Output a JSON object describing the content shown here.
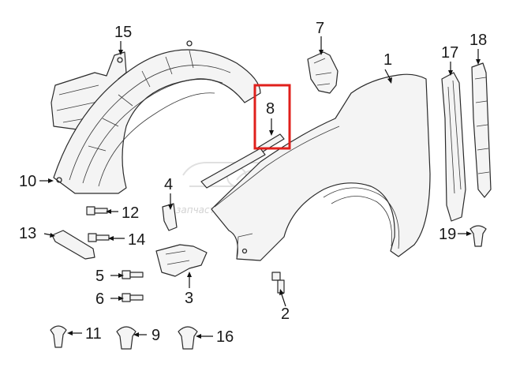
{
  "diagram": {
    "highlight_color": "#e0201c",
    "highlighted_part": "8",
    "parts": [
      {
        "id": "p1",
        "label": "1"
      },
      {
        "id": "p2",
        "label": "2"
      },
      {
        "id": "p3",
        "label": "3"
      },
      {
        "id": "p4",
        "label": "4"
      },
      {
        "id": "p5",
        "label": "5"
      },
      {
        "id": "p6",
        "label": "6"
      },
      {
        "id": "p7",
        "label": "7"
      },
      {
        "id": "p8",
        "label": "8"
      },
      {
        "id": "p9",
        "label": "9"
      },
      {
        "id": "p10",
        "label": "10"
      },
      {
        "id": "p11",
        "label": "11"
      },
      {
        "id": "p12",
        "label": "12"
      },
      {
        "id": "p13",
        "label": "13"
      },
      {
        "id": "p14",
        "label": "14"
      },
      {
        "id": "p15",
        "label": "15"
      },
      {
        "id": "p16",
        "label": "16"
      },
      {
        "id": "p17",
        "label": "17"
      },
      {
        "id": "p18",
        "label": "18"
      },
      {
        "id": "p19",
        "label": "19"
      }
    ]
  },
  "watermark": {
    "text": "запчасти найдены",
    "icon": "autoparts-logo-watermark"
  }
}
